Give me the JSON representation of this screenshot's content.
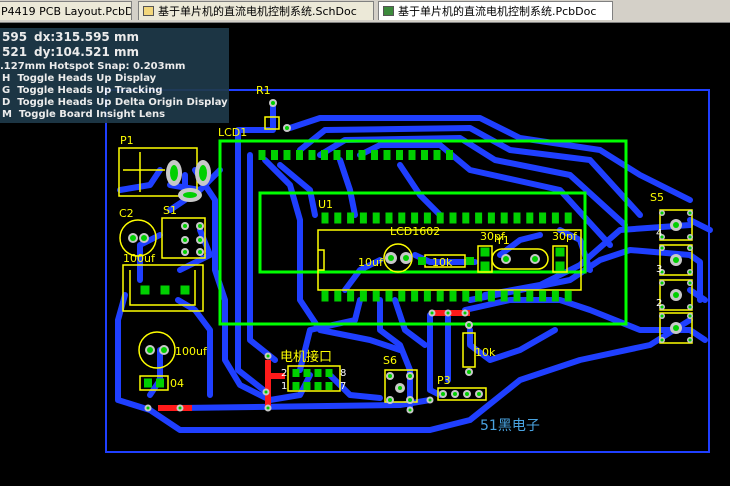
{
  "tabs": [
    {
      "label": "P4419 PCB Layout.PcbDoc",
      "icon": "pcb-doc-icon"
    },
    {
      "label": "基于单片机的直流电机控制系统.SchDoc",
      "icon": "sch-doc-icon"
    },
    {
      "label": "基于单片机的直流电机控制系统.PcbDoc",
      "icon": "pcb-doc-icon"
    }
  ],
  "hud": {
    "x_readout": "595",
    "dx_readout": "dx:315.595 mm",
    "y_readout": "521",
    "dy_readout": "dy:104.521 mm",
    "snap": ".127mm Hotspot Snap: 0.203mm",
    "shortcuts": [
      {
        "key": "H",
        "text": "Toggle Heads Up Display"
      },
      {
        "key": "G",
        "text": "Toggle Heads Up Tracking"
      },
      {
        "key": "D",
        "text": "Toggle Heads Up Delta Origin Display"
      },
      {
        "key": "M",
        "text": "Toggle Board Insight Lens"
      }
    ]
  },
  "designators": {
    "r1": "R1",
    "lcd1": "LCD1",
    "p1": "P1",
    "c2": "C2",
    "s1": "S1",
    "u1": "U1",
    "lcd1602": "LCD1602",
    "c_30pf_a": "30pf",
    "c_30pf_b": "30pf",
    "y1": "Y1",
    "c_10uf": "10uf",
    "r_10k_a": "10k",
    "s5": "S5",
    "c_100uf_a": "100uf",
    "c_100uf_b": "100uf",
    "q4": "04",
    "motor_port": "电机接口",
    "s6": "S6",
    "p3": "P3",
    "r_10k_b": "10k",
    "pin_2": "2",
    "pin_1": "1",
    "pin_8": "8",
    "pin_7": "7",
    "s5_4": "4",
    "s5_3": "3",
    "s5_2": "2",
    "brand": "51黑电子"
  },
  "colors": {
    "background": "#000000",
    "bottom_layer": "#1f3fff",
    "top_layer": "#ff1a1a",
    "overlay": "#ffff00",
    "keepout": "#00ff00",
    "pad": "#c8c8c8",
    "pad_hole": "#00d000",
    "board_outline": "#1f3fff"
  }
}
